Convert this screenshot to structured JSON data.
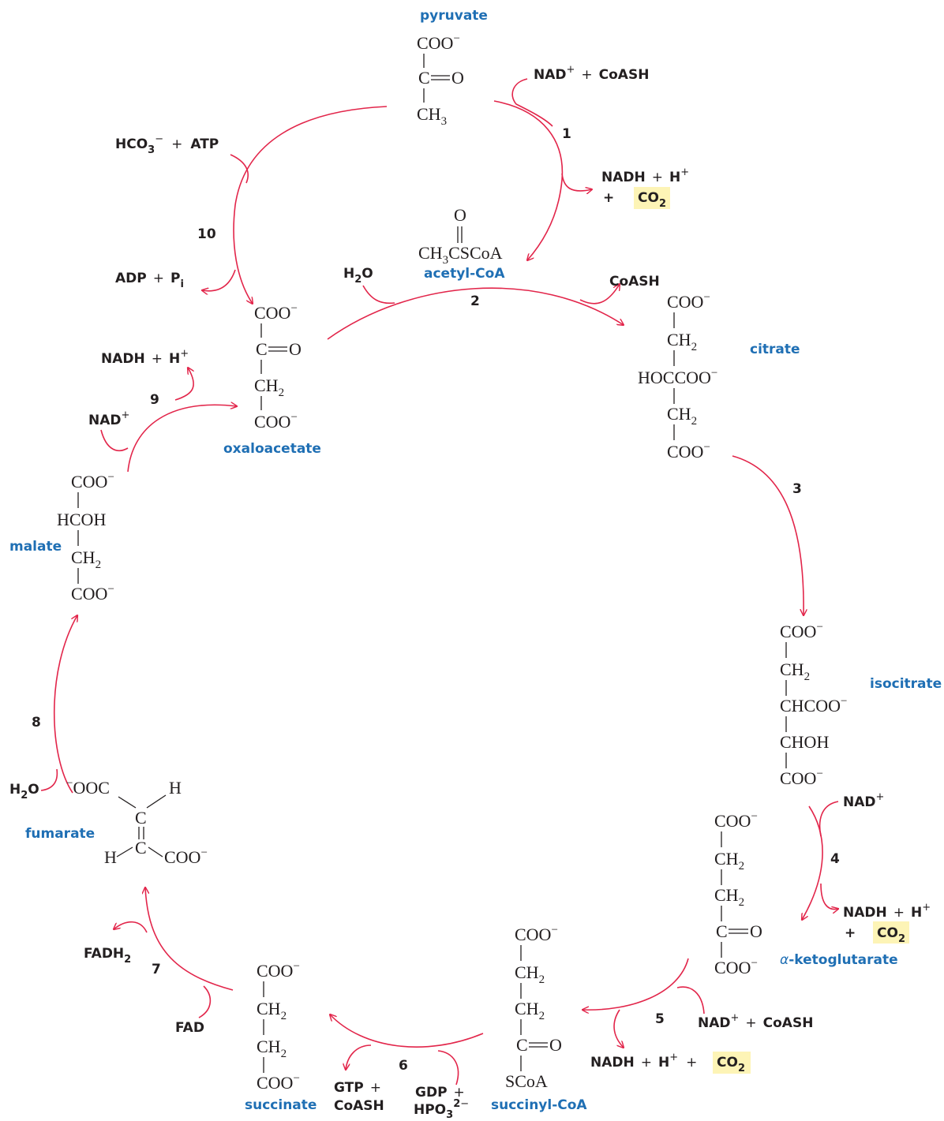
{
  "diagram": {
    "colors": {
      "arrow": "#e2254a",
      "compound_name": "#1f6fb4",
      "highlight": "#fdf4b6",
      "text": "#231f20"
    },
    "compounds": {
      "pyruvate": {
        "name": "pyruvate",
        "top": "COO",
        "middle": "C",
        "o": "O",
        "bottom": "CH"
      },
      "acetyl_coa": {
        "name": "acetyl-CoA",
        "o": "O",
        "formula": "CH",
        "formula_rest": "CSCoA"
      },
      "citrate": {
        "name": "citrate",
        "line1": "COO",
        "line2": "CH",
        "line3": "HOCCOO",
        "line4": "CH",
        "line5": "COO"
      },
      "isocitrate": {
        "name": "isocitrate",
        "line1": "COO",
        "line2": "CH",
        "line3": "CHCOO",
        "line4": "CHOH",
        "line5": "COO"
      },
      "alpha_ketoglutarate": {
        "name_alpha": "α",
        "name": "-ketoglutarate",
        "line1": "COO",
        "line2": "CH",
        "line3": "CH",
        "line4": "C",
        "o": "O",
        "line5": "COO"
      },
      "succinyl_coa": {
        "name": "succinyl-CoA",
        "line1": "COO",
        "line2": "CH",
        "line3": "CH",
        "line4": "C",
        "o": "O",
        "line5": "SCoA"
      },
      "succinate": {
        "name": "succinate",
        "line1": "COO",
        "line2": "CH",
        "line3": "CH",
        "line4": "COO"
      },
      "fumarate": {
        "name": "fumarate",
        "left_top": "OOC",
        "h_top": "H",
        "c_top": "C",
        "c_bottom": "C",
        "h_bottom": "H",
        "right_bottom": "COO"
      },
      "malate": {
        "name": "malate",
        "line1": "COO",
        "line2": "HCOH",
        "line3": "CH",
        "line4": "COO"
      },
      "oxaloacetate": {
        "name": "oxaloacetate",
        "line1": "COO",
        "line2": "C",
        "o": "O",
        "line3": "CH",
        "line4": "COO"
      }
    },
    "sup_minus": "−",
    "sup_plus": "+",
    "sub_2": "2",
    "sub_3": "3",
    "steps": [
      "1",
      "2",
      "3",
      "4",
      "5",
      "6",
      "7",
      "8",
      "9",
      "10"
    ],
    "cofactors": {
      "step1_in_nad": "NAD",
      "step1_in_plus": "+",
      "step1_in_coash": "CoASH",
      "step1_out_nadh": "NADH",
      "step1_out_h": "H",
      "step1_out_plus2": "+",
      "step1_out_co": "CO",
      "step10_in_hco": "HCO",
      "step10_in_atp": "ATP",
      "step10_out_adp": "ADP",
      "step10_out_p": "P",
      "step10_out_i": "i",
      "step2_in_h": "H",
      "step2_in_o": "O",
      "step2_out_coash": "CoASH",
      "step9_out_nadh": "NADH",
      "step9_out_h": "H",
      "step9_in_nad": "NAD",
      "step4_in_nad": "NAD",
      "step4_out_nadh": "NADH",
      "step4_out_h": "H",
      "step4_out_co": "CO",
      "step5_in_nad": "NAD",
      "step5_in_coash": "CoASH",
      "step5_out_nadh": "NADH",
      "step5_out_h": "H",
      "step5_out_co": "CO",
      "step6_out_gtp": "GTP",
      "step6_out_coash": "CoASH",
      "step6_in_gdp": "GDP",
      "step6_in_hpo": "HPO",
      "step7_out_fadh": "FADH",
      "step7_in_fad": "FAD",
      "step8_in_h": "H",
      "step8_in_o": "O"
    }
  }
}
